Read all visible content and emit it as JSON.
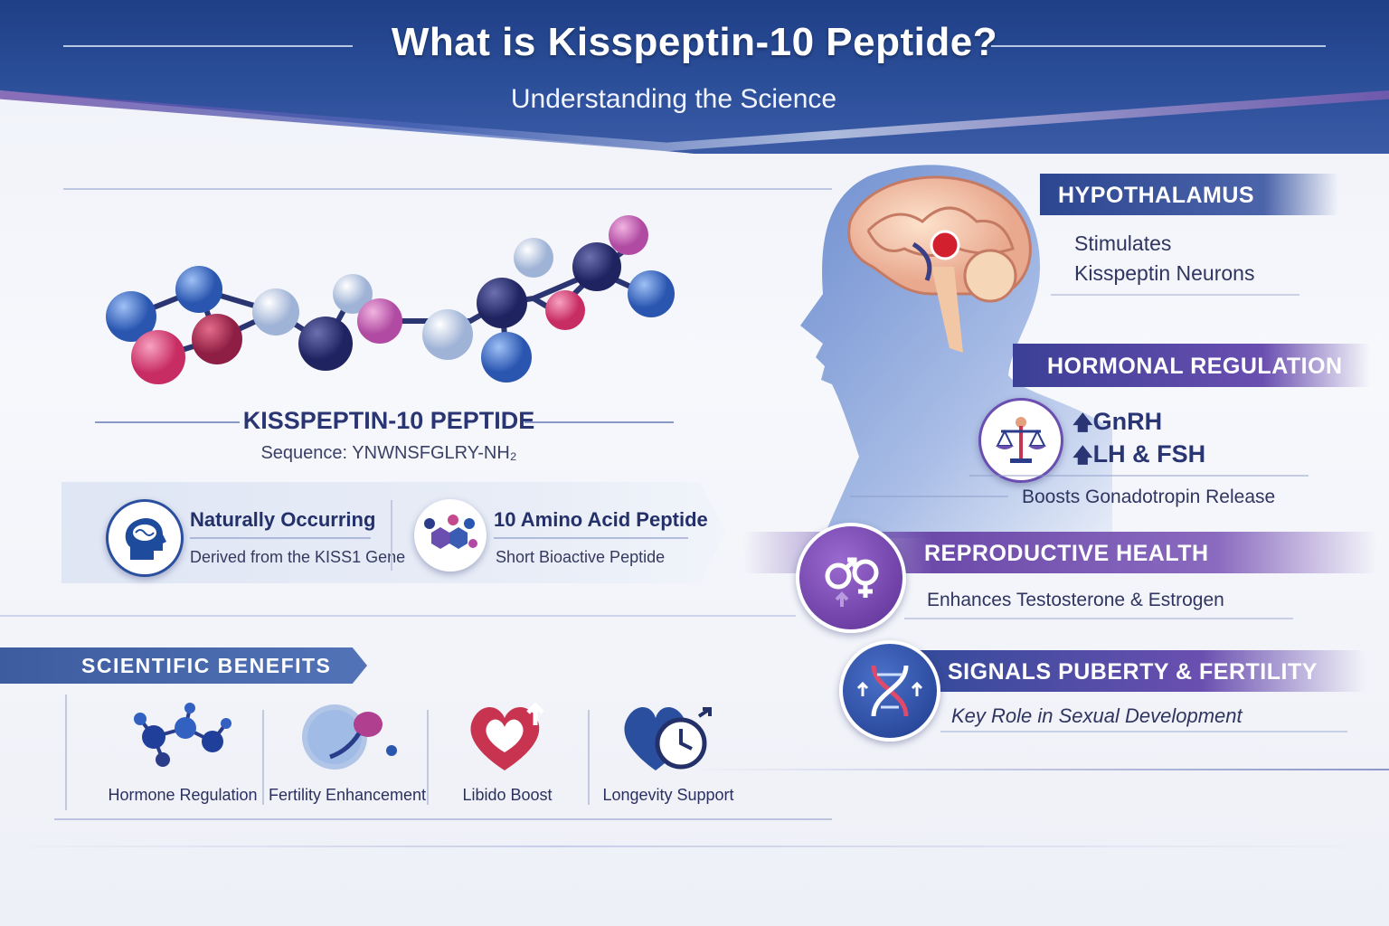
{
  "header": {
    "title": "What is Kisspeptin-10 Peptide?",
    "subtitle": "Understanding the Science"
  },
  "peptide": {
    "name": "KISSPEPTIN-10 PEPTIDE",
    "sequence": "Sequence: YNWNSFGLRY-NH₂"
  },
  "facts": [
    {
      "icon": "head-brain-icon",
      "title": "Naturally Occurring",
      "subtitle": "Derived from the KISS1 Gene"
    },
    {
      "icon": "molecule-icon",
      "title": "10 Amino Acid Peptide",
      "subtitle": "Short Bioactive Peptide"
    }
  ],
  "benefits": {
    "heading": "SCIENTIFIC BENEFITS",
    "items": [
      {
        "icon": "molecule-cluster-icon",
        "label": "Hormone Regulation"
      },
      {
        "icon": "fertility-icon",
        "label": "Fertility Enhancement"
      },
      {
        "icon": "heart-arrow-icon",
        "label": "Libido Boost"
      },
      {
        "icon": "heart-clock-icon",
        "label": "Longevity Support"
      }
    ]
  },
  "sections": {
    "hypothalamus": {
      "label": "HYPOTHALAMUS",
      "line1": "Stimulates",
      "line2": "Kisspeptin Neurons"
    },
    "hormonal": {
      "label": "HORMONAL REGULATION",
      "up1": "GnRH",
      "up2": "LH & FSH",
      "note": "Boosts Gonadotropin Release",
      "arrow": "🡅"
    },
    "reproductive": {
      "label": "REPRODUCTIVE HEALTH",
      "desc": "Enhances Testosterone & Estrogen"
    },
    "puberty": {
      "label": "SIGNALS PUBERTY & FERTILITY",
      "desc": "Key Role in Sexual Development"
    }
  },
  "colors": {
    "navy": "#1f3f86",
    "purple": "#6a3fa0",
    "blue": "#3c5fae",
    "atom_pink": "#d9487a",
    "atom_navy": "#2a2f6e"
  }
}
